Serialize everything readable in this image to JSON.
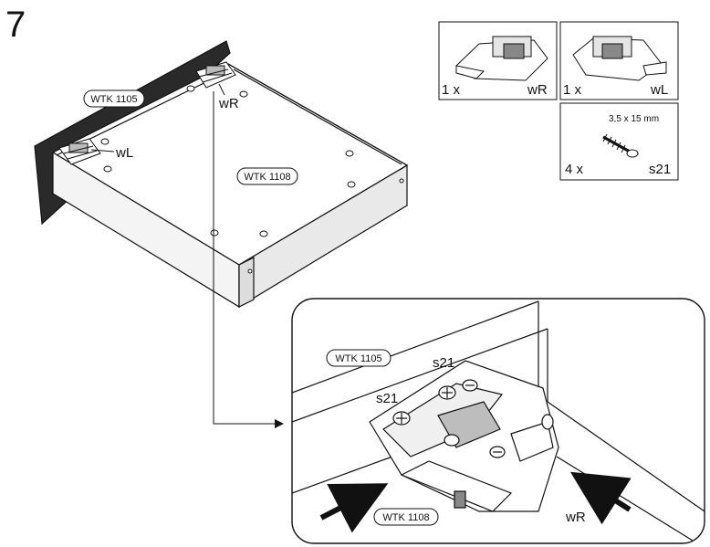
{
  "step_number": "7",
  "labels": {
    "drawer_front_tag": "WTK 1105",
    "drawer_bottom_tag": "WTK 1108",
    "right_clip": "wR",
    "left_clip": "wL"
  },
  "parts": [
    {
      "qty": "1 x",
      "code": "wR"
    },
    {
      "qty": "1 x",
      "code": "wL"
    },
    {
      "qty": "4 x",
      "code": "s21",
      "spec": "3,5 x 15 mm"
    }
  ],
  "detail": {
    "front_tag": "WTK 1105",
    "bottom_tag": "WTK 1108",
    "screw_a": "s21",
    "screw_b": "s21",
    "clip": "wR"
  }
}
